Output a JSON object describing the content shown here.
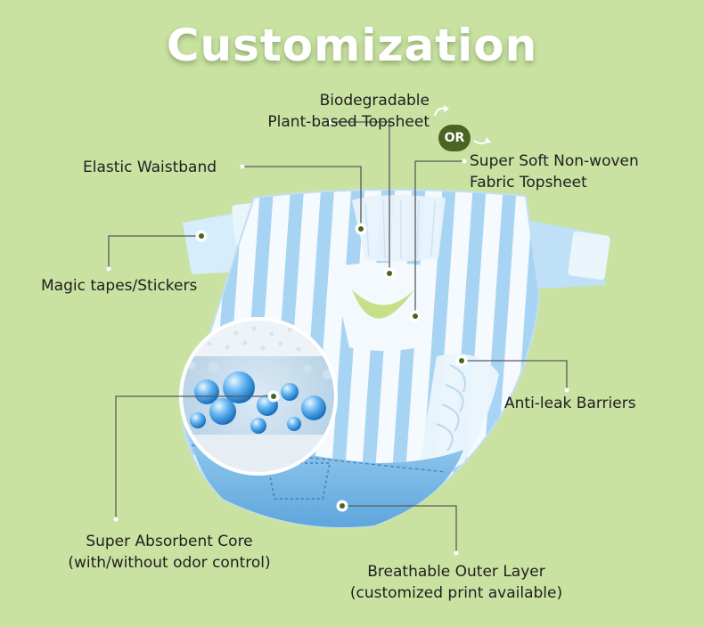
{
  "title": "Customization",
  "or_badge": "OR",
  "labels": {
    "biodegradable": [
      "Biodegradable",
      "Plant-based Topsheet"
    ],
    "super_soft": [
      "Super Soft Non-woven",
      "Fabric Topsheet"
    ],
    "elastic_waistband": "Elastic Waistband",
    "magic_tapes": "Magic tapes/Stickers",
    "anti_leak": "Anti-leak Barriers",
    "absorbent_core": [
      "Super Absorbent Core",
      "(with/without odor control)"
    ],
    "outer_layer": [
      "Breathable Outer Layer",
      "(customized print available)"
    ]
  },
  "colors": {
    "background": "#c9e2a2",
    "line": "#5a5a5a",
    "badge": "#4c6422",
    "diaper_blue": "#8cc4ec",
    "diaper_white": "#f4f9fd"
  }
}
